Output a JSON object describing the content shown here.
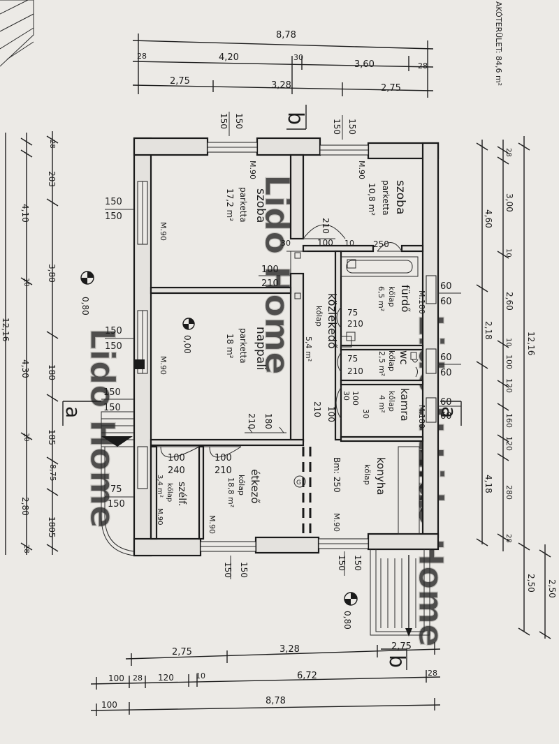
{
  "header_note": "AKÓTERÜLET: 84,6 m²",
  "watermark": "Lido Home",
  "section_marks": {
    "b": "b",
    "a": "a"
  },
  "rooms": {
    "szoba1": {
      "name": "szoba",
      "floor": "parketta",
      "area": "17,2 m²",
      "door": "M.90"
    },
    "szoba2": {
      "name": "szoba",
      "floor": "parketta",
      "area": "10,8 m²",
      "door": "M.90"
    },
    "nappali": {
      "name": "nappali",
      "floor": "parketta",
      "area": "18 m²",
      "door": "M.90"
    },
    "furdo": {
      "name": "fürdő",
      "floor": "kőlap",
      "area": "6,5 m²",
      "door": "M.180"
    },
    "wc": {
      "name": "wc",
      "floor": "kőlap",
      "area": "2,5 m²"
    },
    "kamra": {
      "name": "kamra",
      "floor": "kőlap",
      "area": "4 m²",
      "door": "M.180"
    },
    "kozlekedo": {
      "name": "közlekedő",
      "floor": "kőlap",
      "area": "5,4 m²"
    },
    "konyha": {
      "name": "konyha",
      "floor": "kőlap",
      "note": "Bm: 250",
      "door": "M.90"
    },
    "etkezo": {
      "name": "étkező",
      "floor": "kőlap",
      "area": "18,8 m²",
      "door": "M.90"
    },
    "szelf": {
      "name": "szélf.",
      "floor": "kőlap",
      "area": "3,4 m²",
      "door": "M.90"
    }
  },
  "levels": {
    "l1": "0,80",
    "l2": "0,00",
    "l3": "0,80"
  },
  "top_dims": {
    "overall": "8,78",
    "row2": [
      "28",
      "4,20",
      "30",
      "3,60",
      "28"
    ],
    "row3": [
      "2,75",
      "3,28",
      "2,75"
    ],
    "window_a": [
      "150",
      "150"
    ],
    "window_b": [
      "150",
      "150"
    ]
  },
  "bottom_dims": {
    "row1": [
      "2,75",
      "3,28",
      "2,75"
    ],
    "row2": [
      "100",
      "28",
      "120",
      "10",
      "6,72",
      "28"
    ],
    "row3": [
      "100",
      "8,78"
    ],
    "windows": [
      [
        "150",
        "150"
      ],
      [
        "150",
        "150"
      ]
    ]
  },
  "left_dims": {
    "overall": "12,16",
    "col1": [
      "4,10",
      "10",
      "4,30",
      "10",
      "2,80",
      "28"
    ],
    "col2": [
      "28",
      "203",
      "3,80",
      "180",
      "185",
      "8,75",
      "1805"
    ],
    "windows": [
      [
        "150",
        "150"
      ],
      [
        "150",
        "150"
      ],
      [
        "150",
        "150"
      ],
      [
        "75",
        "150"
      ]
    ]
  },
  "right_dims": {
    "overall": "12,16",
    "col1": [
      "28",
      "3,00",
      "10",
      "2,60",
      "10",
      "100",
      "120",
      "160",
      "120",
      "280",
      "28"
    ],
    "col2": [
      "4,60",
      "2,18",
      "4,18",
      "2,50"
    ],
    "col3": [
      "2,50"
    ],
    "windows": [
      [
        "60",
        "60"
      ],
      [
        "60",
        "60"
      ],
      [
        "60",
        "60"
      ]
    ]
  },
  "door_dims": {
    "d1": [
      "30",
      "100",
      "210",
      "10",
      "250"
    ],
    "d2": [
      "100",
      "210"
    ],
    "d3": [
      "75",
      "210"
    ],
    "d4": [
      "75",
      "210"
    ],
    "d5": [
      "180",
      "210"
    ],
    "d6": [
      "100",
      "210"
    ],
    "d7": [
      "100",
      "240"
    ],
    "d8": [
      "100",
      "210"
    ],
    "d9": [
      "30",
      "100",
      "30"
    ]
  }
}
